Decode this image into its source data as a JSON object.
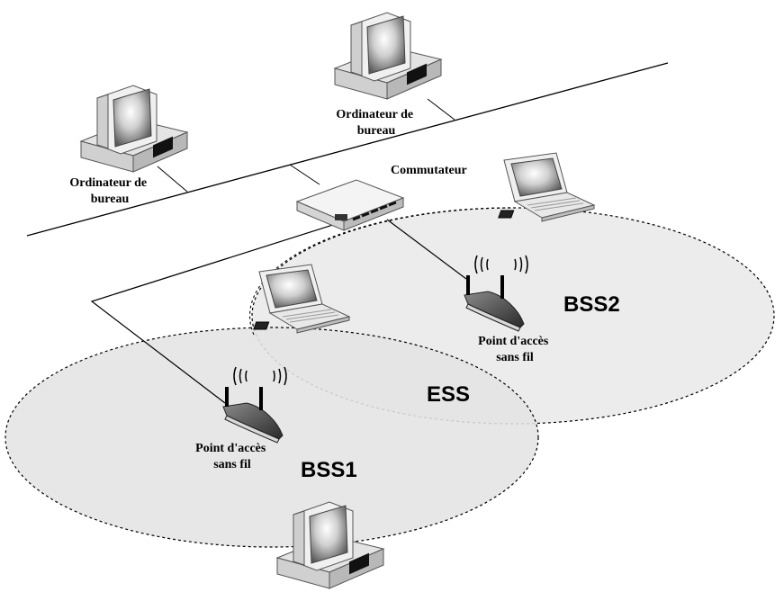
{
  "labels": {
    "desktop_left": [
      "Ordinateur de",
      "bureau"
    ],
    "desktop_top": [
      "Ordinateur de",
      "bureau"
    ],
    "switch": "Commutateur",
    "ap_right": [
      "Point d'accès",
      "sans fil"
    ],
    "ap_left": [
      "Point d'accès",
      "sans fil"
    ],
    "bss1": "BSS1",
    "bss2": "BSS2",
    "ess": "ESS"
  }
}
